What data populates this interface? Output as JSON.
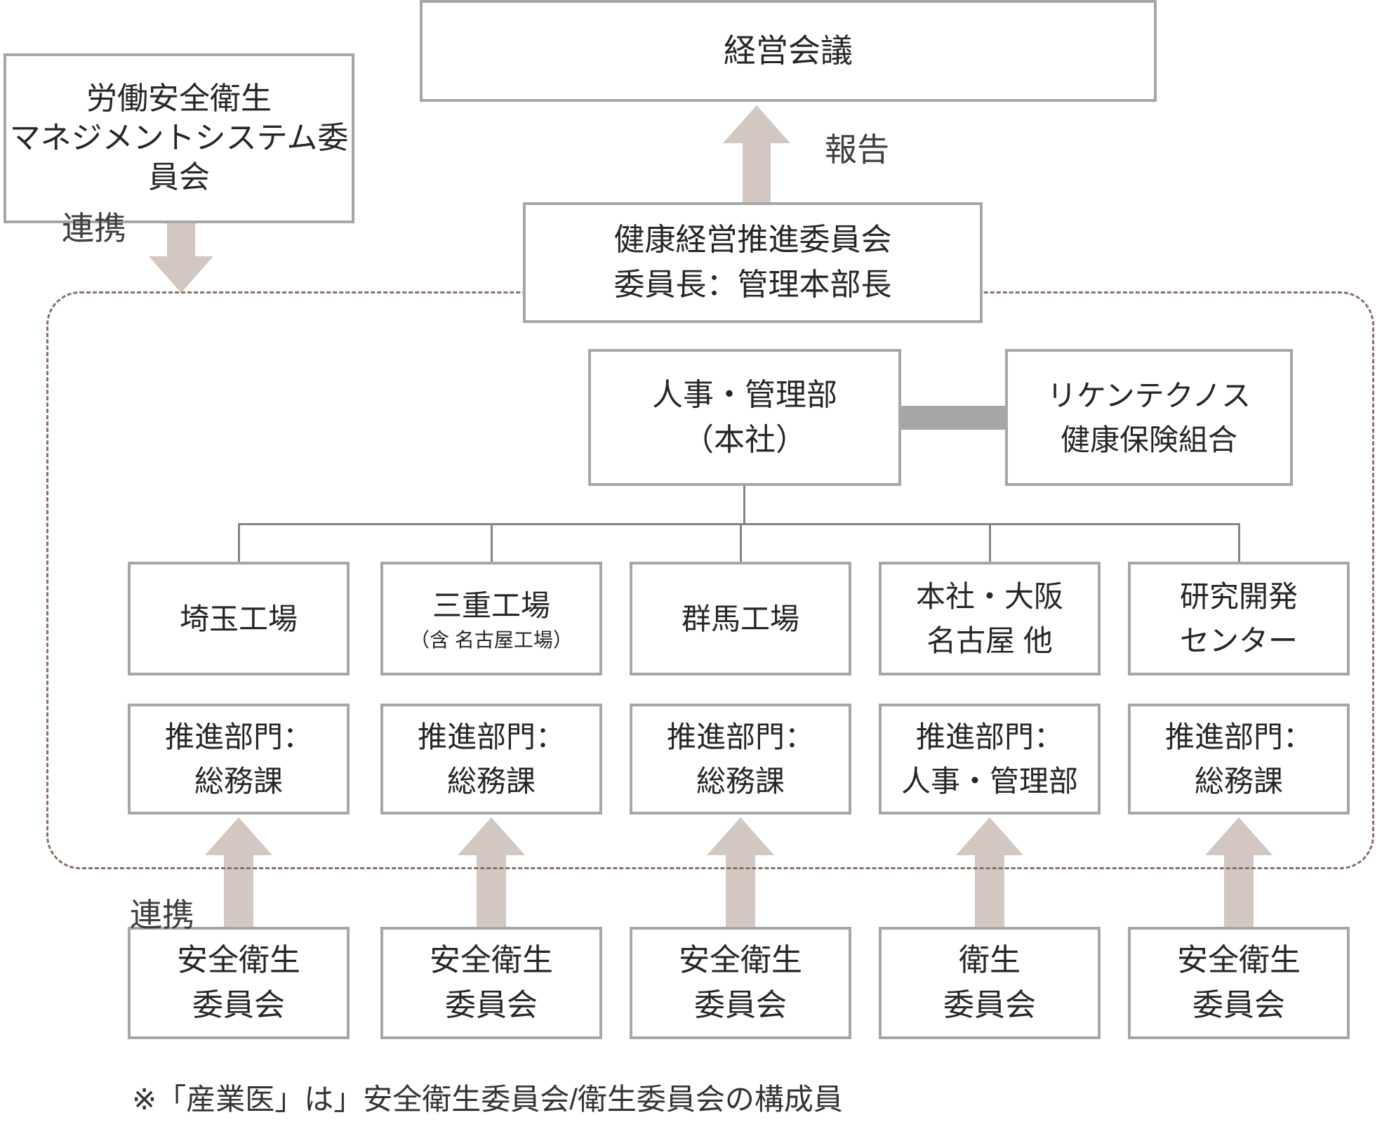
{
  "diagram": {
    "type": "org-structure-flow",
    "colors": {
      "box_border": "#a6a6a6",
      "box_fill": "#ffffff",
      "text": "#262626",
      "arrow_fill": "#d2c7c1",
      "dashed_scope": "#8a7164",
      "connector_line": "#848484",
      "label_text": "#3f3f3f"
    }
  },
  "boxes": {
    "rodo": {
      "line1": "労働安全衛生",
      "line2": "マネジメントシステム委",
      "line3": "員会"
    },
    "keiei": {
      "line1": "経営会議"
    },
    "kenko": {
      "line1": "健康経営推進委員会",
      "line2": "委員長：管理本部長"
    },
    "jinji": {
      "line1": "人事・管理部",
      "line2": "（本社）"
    },
    "riken": {
      "line1": "リケンテクノス",
      "line2": "健康保険組合"
    },
    "sites": [
      {
        "line1": "埼玉工場",
        "line2": ""
      },
      {
        "line1": "三重工場",
        "line2": "（含 名古屋工場）"
      },
      {
        "line1": "群馬工場",
        "line2": ""
      },
      {
        "line1": "本社・大阪",
        "line2": "名古屋 他"
      },
      {
        "line1": "研究開発",
        "line2": "センター"
      }
    ],
    "suishin": [
      {
        "line1": "推進部門：",
        "line2": "総務課"
      },
      {
        "line1": "推進部門：",
        "line2": "総務課"
      },
      {
        "line1": "推進部門：",
        "line2": "総務課"
      },
      {
        "line1": "推進部門：",
        "line2": "人事・管理部"
      },
      {
        "line1": "推進部門：",
        "line2": "総務課"
      }
    ],
    "committees": [
      {
        "line1": "安全衛生",
        "line2": "委員会"
      },
      {
        "line1": "安全衛生",
        "line2": "委員会"
      },
      {
        "line1": "安全衛生",
        "line2": "委員会"
      },
      {
        "line1": "衛生",
        "line2": "委員会"
      },
      {
        "line1": "安全衛生",
        "line2": "委員会"
      }
    ]
  },
  "labels": {
    "renkei_top": "連携",
    "hokoku": "報告",
    "renkei_bottom": "連携"
  },
  "footnote": "※「産業医」は」安全衛生委員会/衛生委員会の構成員"
}
